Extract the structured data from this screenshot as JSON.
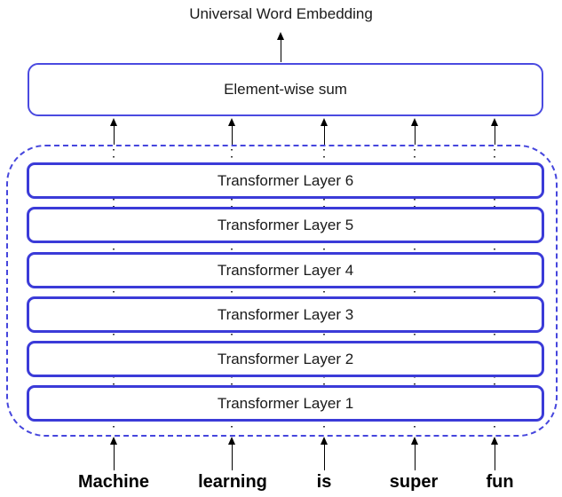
{
  "diagram": {
    "title": "Universal Word Embedding",
    "sum_box_label": "Element-wise sum",
    "layers": [
      "Transformer Layer 6",
      "Transformer Layer 5",
      "Transformer Layer 4",
      "Transformer Layer 3",
      "Transformer Layer 2",
      "Transformer Layer 1"
    ],
    "input_tokens": [
      "Machine",
      "learning",
      "is",
      "super",
      "fun"
    ],
    "colors": {
      "layer_border": "#3b3bd8",
      "sum_border": "#4a4ae0",
      "container_border": "#4646dd",
      "arrow_color": "#000000",
      "text_color": "#1a1a1a"
    }
  }
}
